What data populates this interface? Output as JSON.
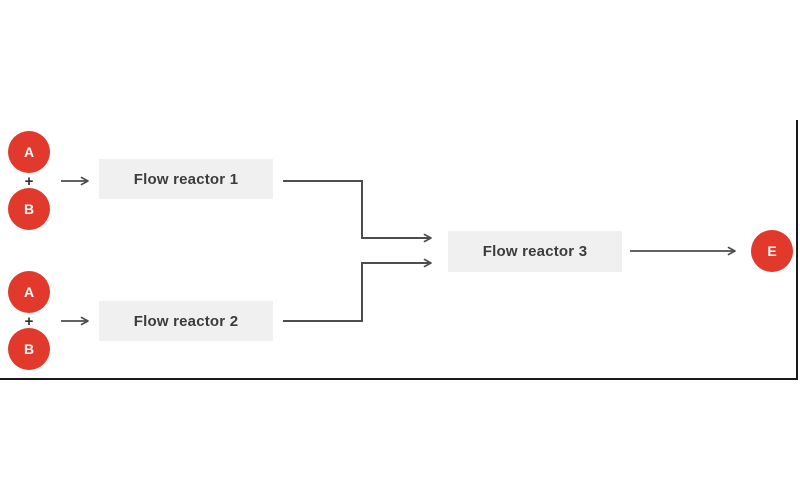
{
  "diagram": {
    "title": "flow-reactor-scheme",
    "reactors": [
      {
        "label": "Flow reactor 1"
      },
      {
        "label": "Flow reactor 2"
      },
      {
        "label": "Flow reactor 3"
      }
    ],
    "input_groups": [
      {
        "top_reagent": "A",
        "operator": "+",
        "bottom_reagent": "B"
      },
      {
        "top_reagent": "A",
        "operator": "+",
        "bottom_reagent": "B"
      }
    ],
    "product": {
      "label": "E"
    },
    "icons": {
      "arrow_right": "right-arrow"
    },
    "colors": {
      "reagent_fill": "#e1392b",
      "reagent_text": "#ffffff",
      "reactor_box_fill": "#f0f0f0",
      "reactor_box_text": "#3c3c3c",
      "connector_stroke": "#4d4d4d",
      "frame_stroke": "#1a1a1a",
      "background": "#ffffff"
    }
  }
}
